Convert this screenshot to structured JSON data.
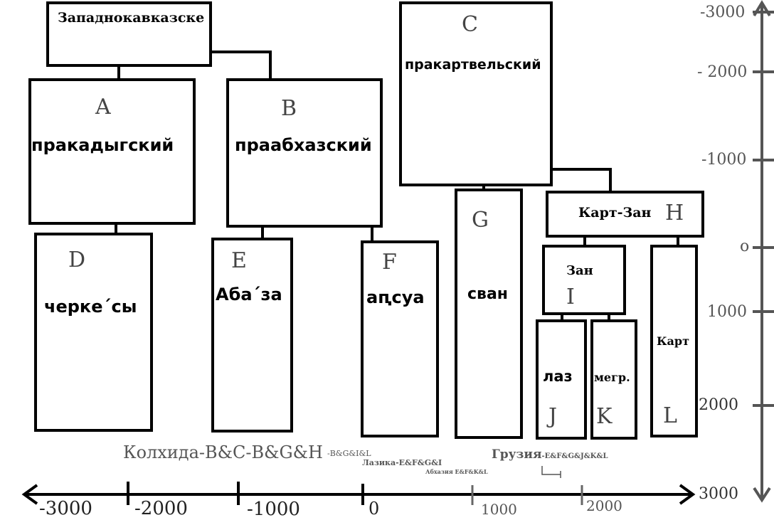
{
  "nodes": {
    "root_west": {
      "label": "Западнокавказске"
    },
    "A": {
      "letter": "A",
      "label": "пракадыгский"
    },
    "B": {
      "letter": "B",
      "label": "праабхазский"
    },
    "C": {
      "letter": "C",
      "label": "пракартвельский"
    },
    "D": {
      "letter": "D",
      "label": "черке´сы"
    },
    "E": {
      "letter": "E",
      "label": "Аба´за"
    },
    "F": {
      "letter": "F",
      "label": "аԥсуа"
    },
    "G": {
      "letter": "G",
      "label": "сван"
    },
    "H": {
      "letter": "H",
      "label": "Карт-Зан"
    },
    "I": {
      "letter": "I",
      "label": "Зан"
    },
    "J": {
      "letter": "J",
      "label": "лаз"
    },
    "K": {
      "letter": "K",
      "label": "мегр."
    },
    "L": {
      "letter": "L",
      "label": "Карт"
    }
  },
  "annotations": {
    "kolkhida_name": "Колхида",
    "kolkhida_codes": "-B&C-B&G&H",
    "kolkhida_small": "-B&G&I&L",
    "lazika": "Лазика-E&F&G&I",
    "abkhazia": "Абхазия E&F&K&L",
    "georgia_name": "Грузия",
    "georgia_codes": "-E&F&G&J&K&L"
  },
  "x_axis": {
    "ticks": [
      "-3000",
      "-2000",
      "-1000",
      "0",
      "1000",
      "2000"
    ]
  },
  "y_axis": {
    "ticks": [
      "-3000",
      "- 2000",
      "-1000",
      "o",
      "1000",
      "2000",
      "3000"
    ]
  }
}
